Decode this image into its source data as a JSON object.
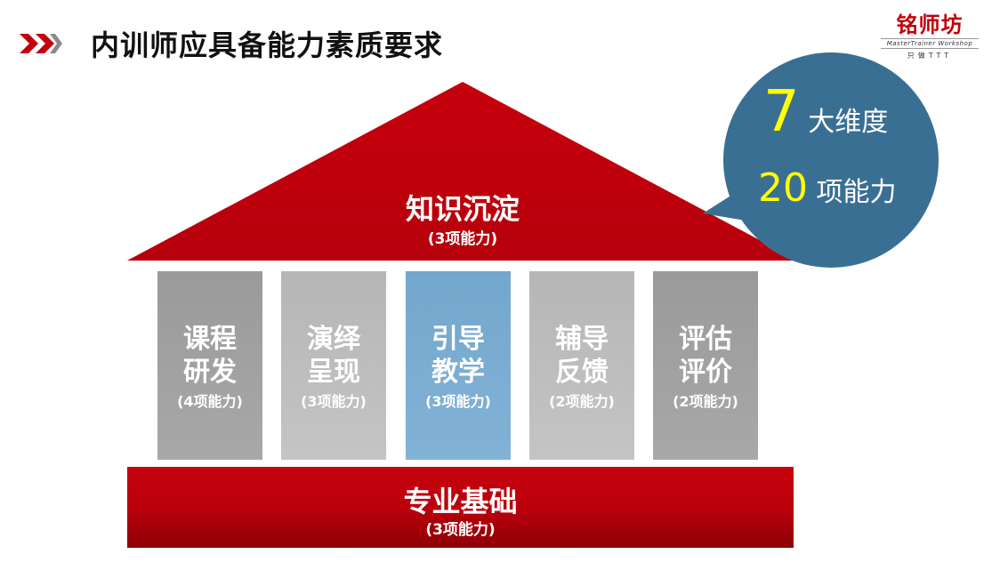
{
  "header": {
    "title": "内训师应具备能力素质要求"
  },
  "logo": {
    "name": "铭师坊",
    "tagline_en": "MasterTrainer Workshop",
    "tagline_cn": "只做TTT"
  },
  "roof": {
    "title": "知识沉淀",
    "subtitle": "(3项能力)"
  },
  "pillars": [
    {
      "line1": "课程",
      "line2": "研发",
      "subtitle": "(4项能力)"
    },
    {
      "line1": "演绎",
      "line2": "呈现",
      "subtitle": "(3项能力)"
    },
    {
      "line1": "引导",
      "line2": "教学",
      "subtitle": "(3项能力)"
    },
    {
      "line1": "辅导",
      "line2": "反馈",
      "subtitle": "(2项能力)"
    },
    {
      "line1": "评估",
      "line2": "评价",
      "subtitle": "(2项能力)"
    }
  ],
  "base": {
    "title": "专业基础",
    "subtitle": "(3项能力)"
  },
  "callout": {
    "number1": "7",
    "text1": "大维度",
    "number2": "20",
    "text2": "项能力"
  },
  "colors": {
    "red": "#c0000c",
    "blue_bubble": "#3a6f94",
    "highlight_pillar": "#7eaed3",
    "number_yellow": "#ffff00"
  }
}
